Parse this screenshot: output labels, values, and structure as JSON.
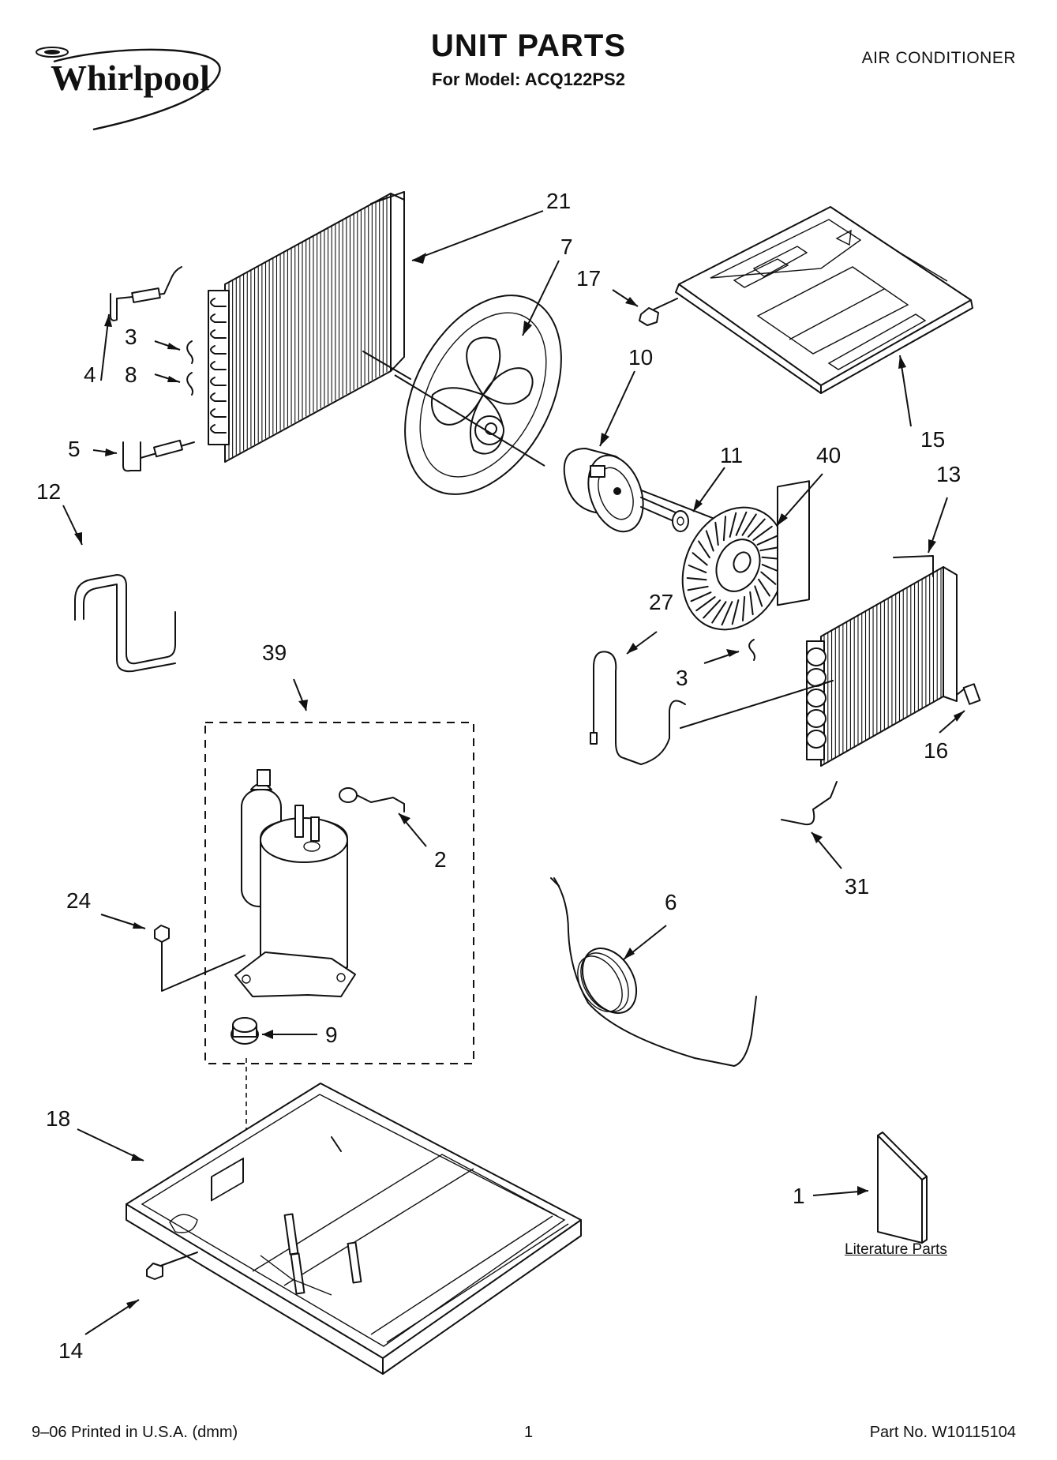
{
  "header": {
    "brand": "Whirlpool",
    "title": "UNIT PARTS",
    "subtitle": "For Model: ACQ122PS2",
    "category": "AIR CONDITIONER"
  },
  "callouts": [
    "21",
    "7",
    "17",
    "3",
    "4",
    "8",
    "5",
    "10",
    "15",
    "11",
    "40",
    "13",
    "12",
    "27",
    "3",
    "39",
    "16",
    "2",
    "31",
    "24",
    "6",
    "9",
    "18",
    "1",
    "14"
  ],
  "literature_label": "Literature Parts",
  "footer": {
    "left": "9–06 Printed in U.S.A. (dmm)",
    "center": "1",
    "right": "Part No. W10115104"
  }
}
